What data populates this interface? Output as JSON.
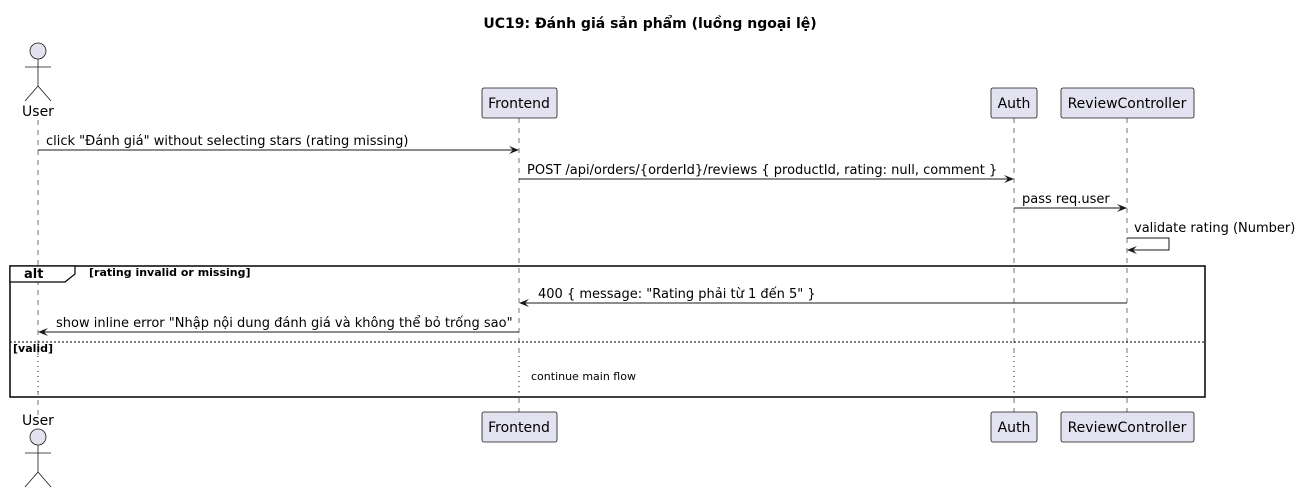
{
  "title": "UC19: Đánh giá sản phẩm (luồng ngoại lệ)",
  "participants": {
    "user": "User",
    "frontend": "Frontend",
    "auth": "Auth",
    "review": "ReviewController"
  },
  "messages": [
    {
      "from": "User",
      "to": "Frontend",
      "text": "click \"Đánh giá\" without selecting stars (rating missing)"
    },
    {
      "from": "Frontend",
      "to": "Auth",
      "text": "POST /api/orders/{orderId}/reviews { productId, rating: null, comment }"
    },
    {
      "from": "Auth",
      "to": "ReviewController",
      "text": "pass req.user"
    },
    {
      "from": "ReviewController",
      "to": "ReviewController",
      "text": "validate rating (Number)"
    },
    {
      "from": "ReviewController",
      "to": "Frontend",
      "text": "400 { message: \"Rating phải từ 1 đến 5\" }"
    },
    {
      "from": "Frontend",
      "to": "User",
      "text": "show inline error \"Nhập nội dung đánh giá và không thể bỏ trống sao\""
    }
  ],
  "fragment": {
    "keyword": "alt",
    "condition": "[rating invalid or missing]",
    "else_condition": "[valid]",
    "else_note": "continue main flow"
  },
  "colors": {
    "participant_fill": "#E2E2F0",
    "participant_border": "#181818",
    "lifeline": "#181818",
    "arrow": "#181818"
  }
}
